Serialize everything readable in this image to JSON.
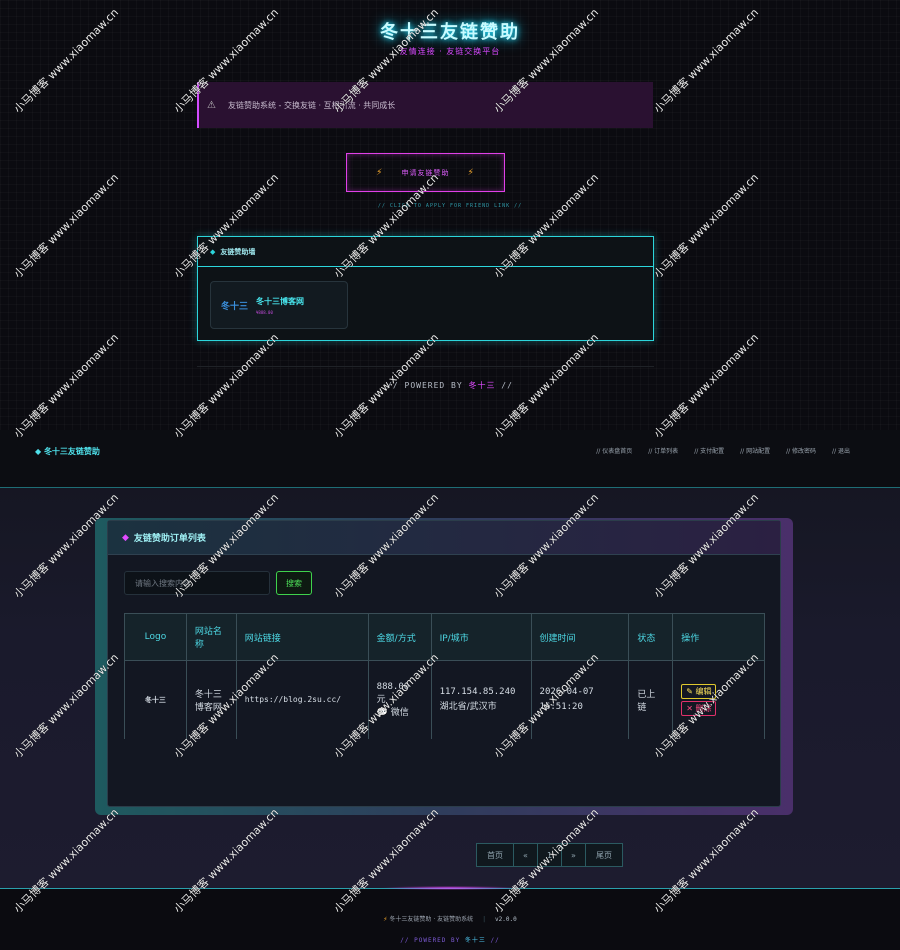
{
  "hero": {
    "title": "冬十三友链赞助",
    "subtitle": "友情连接 · 友链交换平台"
  },
  "notice": {
    "icon": "warning-icon",
    "text": "友链赞助系统 - 交换友链 · 互相引流 · 共同成长"
  },
  "apply": {
    "label": "申请友链赞助",
    "hint": "// CLICK TO APPLY FOR FRIEND LINK //"
  },
  "wall": {
    "title": "友链赞助墙",
    "card": {
      "logo": "冬十三",
      "name": "冬十三博客网",
      "amount": "¥888.00"
    }
  },
  "powered_top": {
    "prefix": "// POWERED BY ",
    "brand": "冬十三",
    "suffix": " //"
  },
  "admin": {
    "brand": "冬十三友链赞助",
    "nav": [
      "// 仪表盘首页",
      "// 订单列表",
      "// 支付配置",
      "// 网站配置",
      "// 修改密码",
      "// 退出"
    ],
    "panel_title": "友链赞助订单列表",
    "search": {
      "placeholder": "请输入搜索内容",
      "button": "搜索"
    },
    "table": {
      "headers": [
        "Logo",
        "网站名称",
        "网站链接",
        "金额/方式",
        "IP/城市",
        "创建时间",
        "状态",
        "操作"
      ],
      "rows": [
        {
          "logo": "冬十三",
          "name": "冬十三博客网",
          "link": "https://blog.2su.cc/",
          "amount": "888.00",
          "currency": "元",
          "method": "微信",
          "ip": "117.154.85.240",
          "city": "湖北省/武汉市",
          "date": "2026-04-07",
          "time": "16:51:20",
          "status": "已上链",
          "edit": "编辑",
          "delete": "删除"
        }
      ]
    },
    "pager": [
      "首页",
      "«",
      "1",
      "»",
      "尾页"
    ]
  },
  "footer": {
    "line1": "冬十三友链赞助 · 友链赞助系统",
    "version": "v2.0.0",
    "powered_prefix": "// POWERED BY ",
    "powered_brand": "冬十三",
    "powered_suffix": " //"
  },
  "watermark": "小马博客 www.xiaomaw.cn",
  "colors": {
    "accent_cyan": "#2cd6dc",
    "accent_magenta": "#e040e8",
    "success_green": "#3fd24c",
    "warn_yellow": "#e0c92e",
    "danger_pink": "#e0306a"
  }
}
